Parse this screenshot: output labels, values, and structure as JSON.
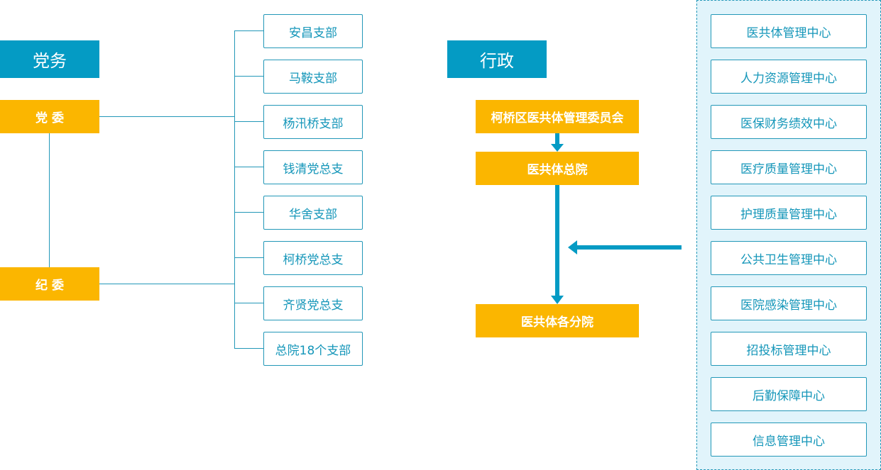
{
  "party": {
    "header": "党务",
    "committee": "党 委",
    "discipline": "纪 委",
    "branches": [
      "安昌支部",
      "马鞍支部",
      "杨汛桥支部",
      "钱清党总支",
      "华舍支部",
      "柯桥党总支",
      "齐贤党总支",
      "总院18个支部"
    ]
  },
  "admin": {
    "header": "行政",
    "committee": "柯桥区医共体管理委员会",
    "hospital": "医共体总院",
    "branch_hospitals": "医共体各分院",
    "centers": [
      "医共体管理中心",
      "人力资源管理中心",
      "医保财务绩效中心",
      "医疗质量管理中心",
      "护理质量管理中心",
      "公共卫生管理中心",
      "医院感染管理中心",
      "招投标管理中心",
      "后勤保障中心",
      "信息管理中心"
    ]
  },
  "colors": {
    "primary": "#049bc4",
    "accent": "#fbb600",
    "panel": "#e1f4fb"
  }
}
